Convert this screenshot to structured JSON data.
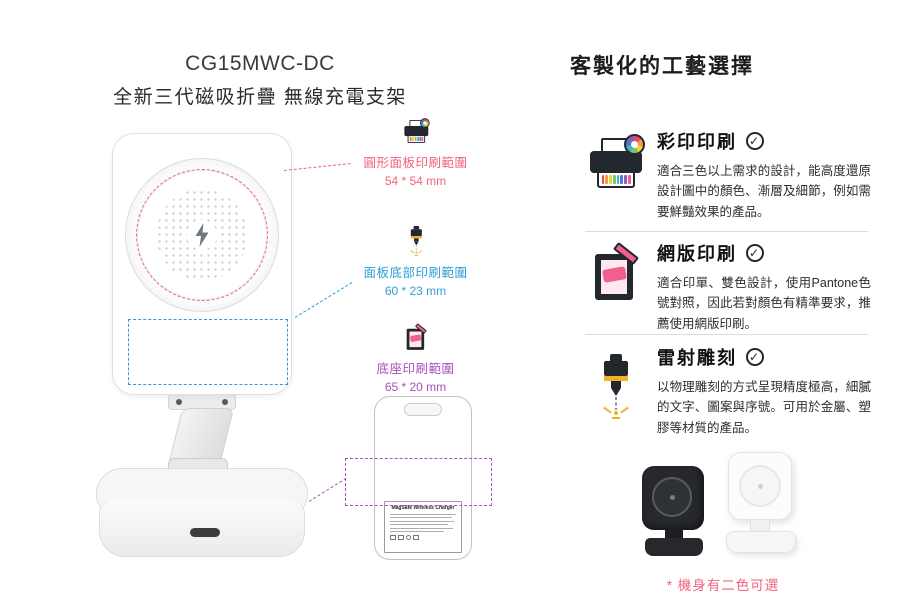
{
  "page": {
    "model": "CG15MWC-DC",
    "subtitle": "全新三代磁吸折疊 無線充電支架"
  },
  "annotations": {
    "circle_panel": {
      "label": "圓形面板印刷範圍",
      "size": "54 * 54 mm",
      "color": "#f2637a"
    },
    "panel_bottom": {
      "label": "面板底部印刷範圍",
      "size": "60 * 23 mm",
      "color": "#2e9fd8"
    },
    "base": {
      "label": "底座印刷範圍",
      "size": "65 * 20 mm",
      "color": "#a94fbf"
    }
  },
  "back_view": {
    "label_title": "MagSafe Wireless Charger"
  },
  "options": {
    "section_title": "客製化的工藝選擇",
    "items": [
      {
        "name": "彩印印刷",
        "desc": "適合三色以上需求的設計，能高度還原設計圖中的顏色、漸層及細節，例如需要鮮豔效果的產品。"
      },
      {
        "name": "網版印刷",
        "desc": "適合印單、雙色設計，使用Pantone色號對照，因此若對顏色有精準要求，推薦使用網版印刷。"
      },
      {
        "name": "雷射雕刻",
        "desc": "以物理雕刻的方式呈現精度極高，細膩的文字、圖案與序號。可用於金屬、塑膠等材質的產品。"
      }
    ],
    "variant_note": "* 機身有二色可選"
  },
  "icons": {
    "check": "✓"
  }
}
